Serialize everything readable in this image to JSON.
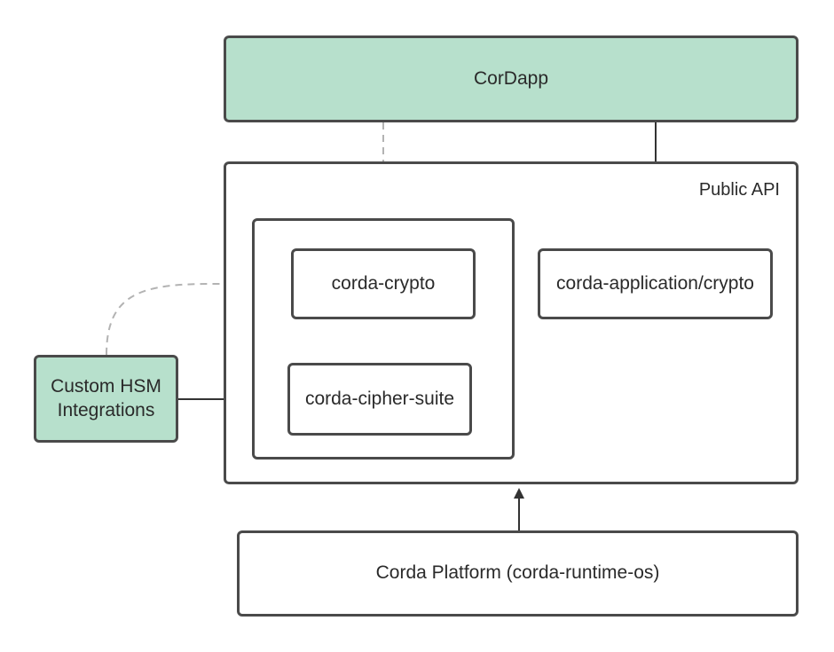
{
  "nodes": {
    "cordapp": "CorDapp",
    "public_api": "Public API",
    "corda_crypto": "corda-crypto",
    "corda_application_crypto": "corda-application/crypto",
    "corda_cipher_suite": "corda-cipher-suite",
    "custom_hsm": "Custom HSM Integrations",
    "corda_platform": "Corda Platform (corda-runtime-os)"
  },
  "colors": {
    "accent_fill": "#b7e0cc",
    "border": "#4a4a4a",
    "dashed_arrow": "#b3b3b3",
    "solid_arrow": "#333333"
  }
}
